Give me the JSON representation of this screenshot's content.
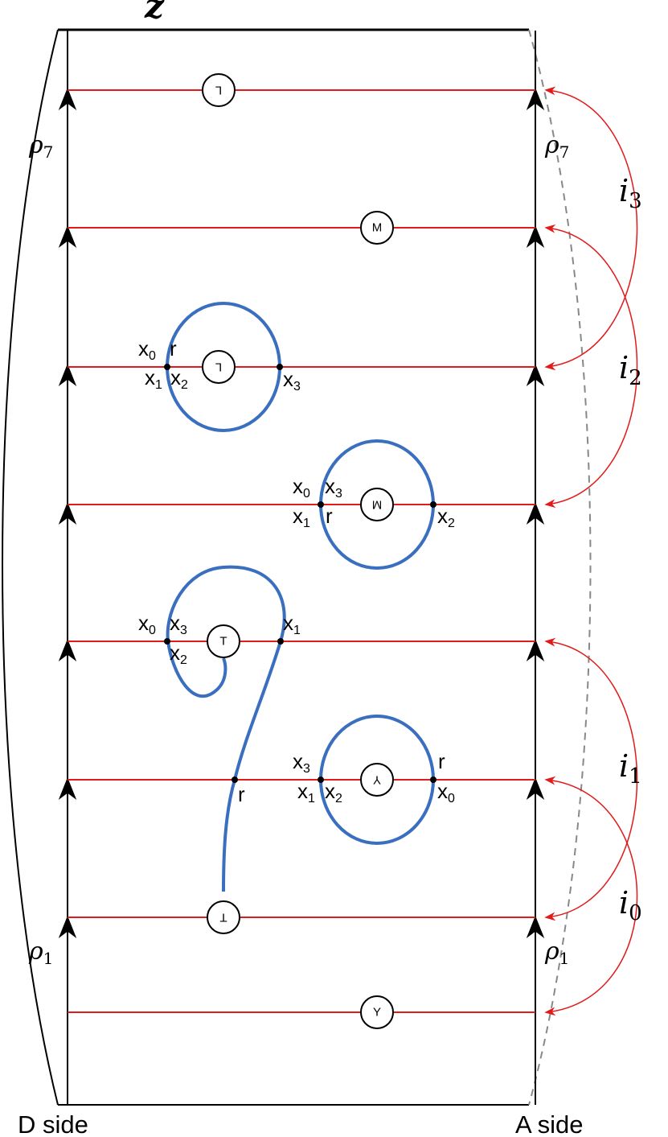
{
  "top_label": "z",
  "side_labels": {
    "left": "D side",
    "right": "A side"
  },
  "edge_labels": {
    "rho_top_left": "ρ",
    "rho_top_left_sub": "7",
    "rho_top_right": "ρ",
    "rho_top_right_sub": "7",
    "rho_bottom_left": "ρ",
    "rho_bottom_left_sub": "1",
    "rho_bottom_right": "ρ",
    "rho_bottom_right_sub": "1"
  },
  "identification_labels": {
    "i3": "i",
    "i3_sub": "3",
    "i2": "i",
    "i2_sub": "2",
    "i1": "i",
    "i1_sub": "1",
    "i0": "i",
    "i0_sub": "0"
  },
  "nodes": {
    "L_top": "L",
    "M_plain": "M",
    "L_rot": "L",
    "M_rot": "M",
    "T_plain": "T",
    "Y_rot": "Y",
    "T_rot": "T",
    "Y_plain": "Y"
  },
  "points": {
    "p1_x0": "x",
    "p1_x0_sub": "0",
    "p1_r": "r",
    "p1_x1": "x",
    "p1_x1_sub": "1",
    "p1_x2": "x",
    "p1_x2_sub": "2",
    "p1_x3": "x",
    "p1_x3_sub": "3",
    "p2_x0": "x",
    "p2_x0_sub": "0",
    "p2_x3": "x",
    "p2_x3_sub": "3",
    "p2_x1": "x",
    "p2_x1_sub": "1",
    "p2_r": "r",
    "p2_x2": "x",
    "p2_x2_sub": "2",
    "p3_x0": "x",
    "p3_x0_sub": "0",
    "p3_x3": "x",
    "p3_x3_sub": "3",
    "p3_x2": "x",
    "p3_x2_sub": "2",
    "p3_x1": "x",
    "p3_x1_sub": "1",
    "p4_r_mid": "r",
    "p4_x3": "x",
    "p4_x3_sub": "3",
    "p4_x1": "x",
    "p4_x1_sub": "1",
    "p4_x2": "x",
    "p4_x2_sub": "2",
    "p4_r": "r",
    "p4_x0": "x",
    "p4_x0_sub": "0"
  },
  "colors": {
    "frame": "#000000",
    "red_line": "#e21a1a",
    "blue_curve": "#3a6fc0",
    "dashed": "#888888"
  }
}
